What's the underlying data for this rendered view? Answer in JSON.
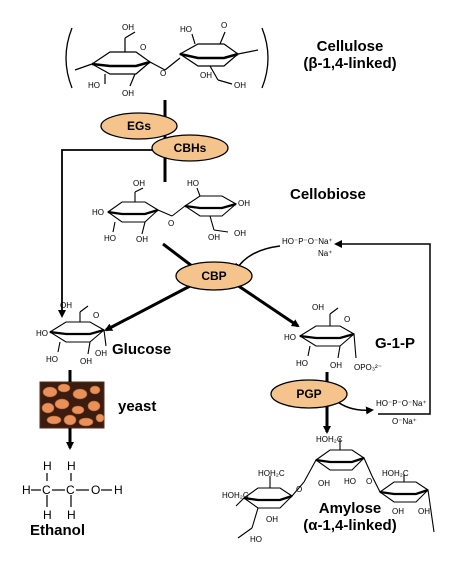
{
  "labels": {
    "cellulose": "Cellulose",
    "cellulose_linkage": "(β-1,4-linked)",
    "cellobiose": "Cellobiose",
    "glucose": "Glucose",
    "g1p": "G-1-P",
    "yeast": "yeast",
    "ethanol": "Ethanol",
    "amylose": "Amylose",
    "amylose_linkage": "(α-1,4-linked)"
  },
  "enzymes": [
    "EGs",
    "CBHs",
    "CBP",
    "PGP"
  ],
  "colors": {
    "enzyme_fill": "#f4c48c",
    "enzyme_stroke": "#000000",
    "yeast_bg": "#3a1c10",
    "yeast_cell": "#e8915a"
  },
  "molecule_text": {
    "oh": "OH",
    "ho": "HO",
    "o": "O",
    "h": "H",
    "c": "C",
    "hoh2c": "HOH₂C",
    "opo3": "OPO₃²⁻",
    "phosphate_top": "HO⁻P⁻O⁻Na⁺",
    "phosphate_bottom": "O⁻Na⁺",
    "na": "Na⁺"
  }
}
